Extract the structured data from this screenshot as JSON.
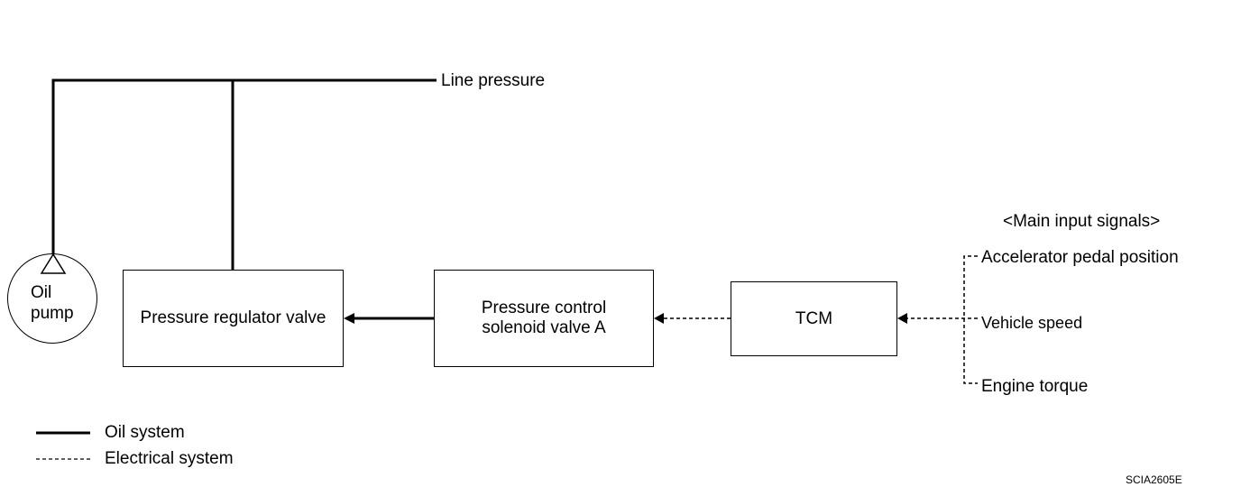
{
  "labels": {
    "line_pressure": "Line pressure",
    "main_input_signals": "<Main input signals>",
    "code": "SCIA2605E"
  },
  "components": {
    "oil_pump": {
      "line1": "Oil",
      "line2": "pump"
    },
    "pressure_regulator_valve": "Pressure regulator valve",
    "pressure_control_solenoid": {
      "line1": "Pressure control",
      "line2": "solenoid valve A"
    },
    "tcm": "TCM"
  },
  "input_signals": [
    "Accelerator pedal position",
    "Vehicle speed",
    "Engine torque"
  ],
  "legend": {
    "oil_system": "Oil system",
    "electrical_system": "Electrical system"
  }
}
